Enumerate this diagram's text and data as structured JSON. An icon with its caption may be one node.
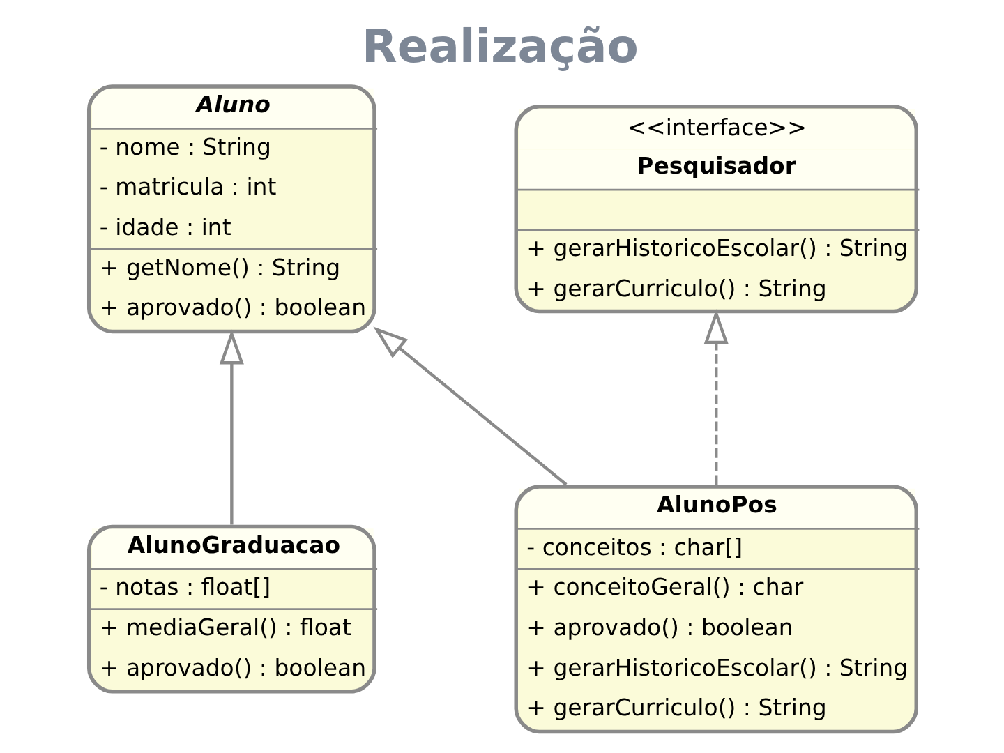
{
  "diagram": {
    "title": "Realização",
    "nodes": [
      {
        "text": [
          "Aluno",
          "- nome : String",
          "- matricula : int",
          "- idade : int",
          "+ getNome() : String",
          "+ aprovado() : boolean"
        ]
      },
      {
        "text": [
          "<<interface>>",
          "Pesquisador",
          "+ gerarHistoricoEscolar() : String",
          "+ gerarCurriculo() : String"
        ]
      },
      {
        "text": [
          "AlunoGraduacao",
          "- notas : float[]",
          "+ mediaGeral() : float",
          "+ aprovado() : boolean"
        ]
      },
      {
        "text": [
          "AlunoPos",
          "- conceitos : char[]",
          "+ conceitoGeral() : char",
          "+ aprovado() : boolean",
          "+ gerarHistoricoEscolar() : String",
          "+ gerarCurriculo() : String"
        ]
      }
    ],
    "edges": [
      {
        "from": 2,
        "to": 0,
        "arrow": "to"
      },
      {
        "from": 3,
        "to": 0,
        "arrow": "to"
      },
      {
        "from": 3,
        "to": 1,
        "arrow": "to",
        "style": "dashed"
      }
    ]
  }
}
